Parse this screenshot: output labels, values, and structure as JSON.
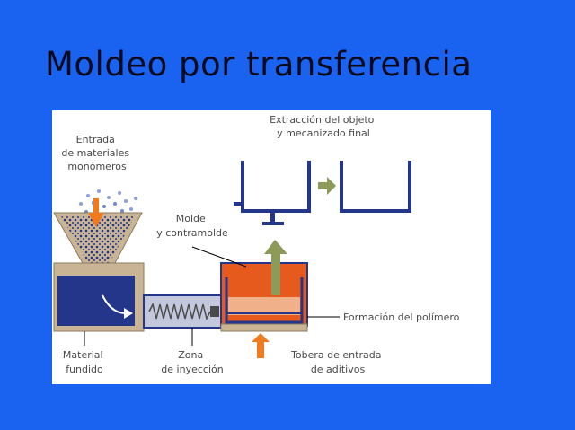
{
  "slide": {
    "title": "Moldeo por transferencia"
  },
  "labels": {
    "entrada": [
      "Entrada",
      "de materiales",
      "monómeros"
    ],
    "extraccion": [
      "Extracción del objeto",
      "y mecanizado final"
    ],
    "molde": [
      "Molde",
      "y contramolde"
    ],
    "formacion": "Formación del polímero",
    "material": [
      "Material",
      "fundido"
    ],
    "zona": [
      "Zona",
      "de inyección"
    ],
    "tobera": [
      "Tobera de entrada",
      "de aditivos"
    ]
  },
  "colors": {
    "background": "#1a63f0",
    "machine_body": "#c9b596",
    "molten_material": "#23368a",
    "mold_orange": "#e65a1e",
    "polymer_layer": "#f0b08a",
    "arrow_orange": "#f07a1e",
    "arrow_olive": "#8c9a5a"
  }
}
